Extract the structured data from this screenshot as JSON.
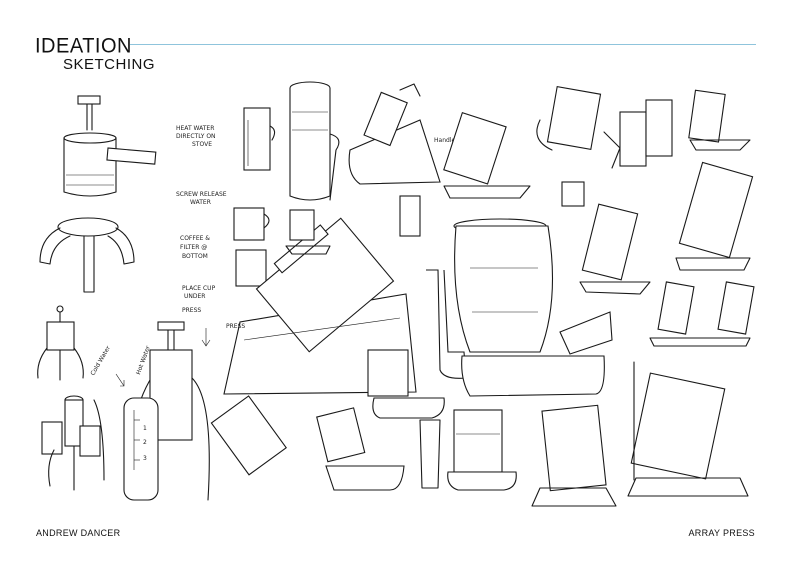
{
  "header": {
    "title": "IDEATION",
    "subtitle": "SKETCHING"
  },
  "annotations": {
    "note1_line1": "HEAT WATER",
    "note1_line2": "DIRECTLY ON",
    "note1_line3": "STOVE",
    "note2_line1": "SCREW RELEASE",
    "note2_line2": "WATER",
    "note3_line1": "COFFEE &",
    "note3_line2": "FILTER @",
    "note3_line3": "BOTTOM",
    "note4_line1": "PLACE CUP",
    "note4_line2": "UNDER",
    "note4_line3": "PRESS",
    "press_label": "PRESS",
    "cold_water": "Cold Water",
    "hot_water": "Hot Water",
    "handle_label": "Handle",
    "scale_1": "1",
    "scale_2": "2",
    "scale_3": "3"
  },
  "footer": {
    "author": "ANDREW DANCER",
    "project": "ARRAY PRESS"
  },
  "colors": {
    "rule": "#8fc4dc",
    "ink": "#1a1a1a"
  }
}
